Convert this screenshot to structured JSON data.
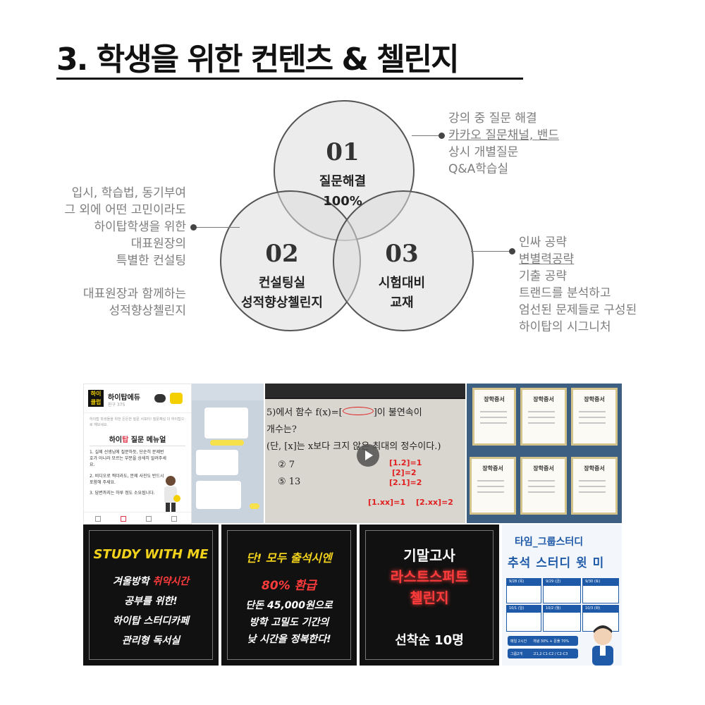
{
  "title": "3. 학생을 위한 컨텐츠 & 첼린지",
  "circles": [
    {
      "number": "01",
      "label1": "질문해결",
      "label2": "100%"
    },
    {
      "number": "02",
      "label1": "컨설팅실",
      "label2": "성적향상첼린지"
    },
    {
      "number": "03",
      "label1": "시험대비",
      "label2": "교재"
    }
  ],
  "right_top": [
    "강의 중 질문 해결",
    "카카오 질문채널, 밴드",
    "상시 개별질문",
    "Q&A학습실"
  ],
  "left_mid": [
    "입시, 학습법, 동기부여",
    "그 외에 어떤 고민이라도",
    "하이탑학생을 위한",
    "대표원장의",
    "특별한 컨설팅"
  ],
  "left_bot": [
    "대표원장과 함께하는",
    "성적향상첼린지"
  ],
  "right_bot": [
    "인싸 공략",
    "변별력공략",
    "기출 공략",
    "트랜드를 분석하고",
    "엄선된 문제들로 구성된",
    "하이탑의 시그니처"
  ],
  "app_tile": {
    "logo": "하이 클럽",
    "name": "하이탑에듀",
    "sub": "친구 375",
    "desc": "하이탑 학생들을 위한 든든한 질문 서포터! 질문채널 더 하이탑으로 해보세요.",
    "manual_a": "하이",
    "manual_hl": "탑",
    "manual_b": " 질문 메뉴얼",
    "step1": "1. 실제 선생님에 질문하듯, 단순히 문제번호가 아니라 모르는 부분을 상세히 알려주세요.",
    "step2": "2. 비디오로 찍더라도, 문제 사진도 반드시 포함해 주세요.",
    "step3": "3. 답변까지는 하루 정도 소요됩니다."
  },
  "video_tile": {
    "line1": "5)에서 함수 f(x)=[",
    "line1b": "]이 불연속이",
    "line2": "개수는?",
    "line3": "(단, [x]는 x보다 크지 않은 최대의 정수이다.)",
    "opt1": "② 7",
    "opt2": "⑤ 13",
    "red1": "[1.2]=1",
    "red2": "[2]=2",
    "red3": "[2.1]=2",
    "red4": "[1.xx]=1",
    "red5": "[2.xx]=2"
  },
  "cert_title": "장학증서",
  "banner1": {
    "line1": "STUDY WITH ME",
    "line2a": "겨울방학 ",
    "line2b": "취약시간",
    "line3": "공부를 위한!",
    "line4": "하이탑 스터디카페",
    "line5": "관리형 독서실"
  },
  "banner2": {
    "line1": "단! 모두 출석시엔",
    "line2": "80% 환급",
    "line3": "단돈 45,000원으로",
    "line4": "방학 고밀도 기간의",
    "line5": "낮 시간을 정복한다!"
  },
  "banner3": {
    "line1": "기말고사",
    "line2": "라스트스퍼트",
    "line3": "첼린지",
    "line4": "선착순 10명"
  },
  "banner4": {
    "title1": "타임_그룹스터디",
    "title2": "추석 스터디 윗 미",
    "d1": "9/28 (목)",
    "d2": "9/29 (금)",
    "d3": "9/30 (토)",
    "d4": "10/1 (일)",
    "d5": "10/2 (월)",
    "d6": "10/3 (화)",
    "row1a": "매일 2시간",
    "row1b": "개념 30% + 문풀 70%",
    "row2a": "그룹2개",
    "row2b": "고1,2 C1-C2 / C2-C3"
  },
  "colors": {
    "accent_red": "#e2364a",
    "kakao_yellow": "#f5d000",
    "banner_yellow": "#f3d21c",
    "banner_red": "#ff3b3b",
    "study_blue": "#1e5aa8"
  }
}
